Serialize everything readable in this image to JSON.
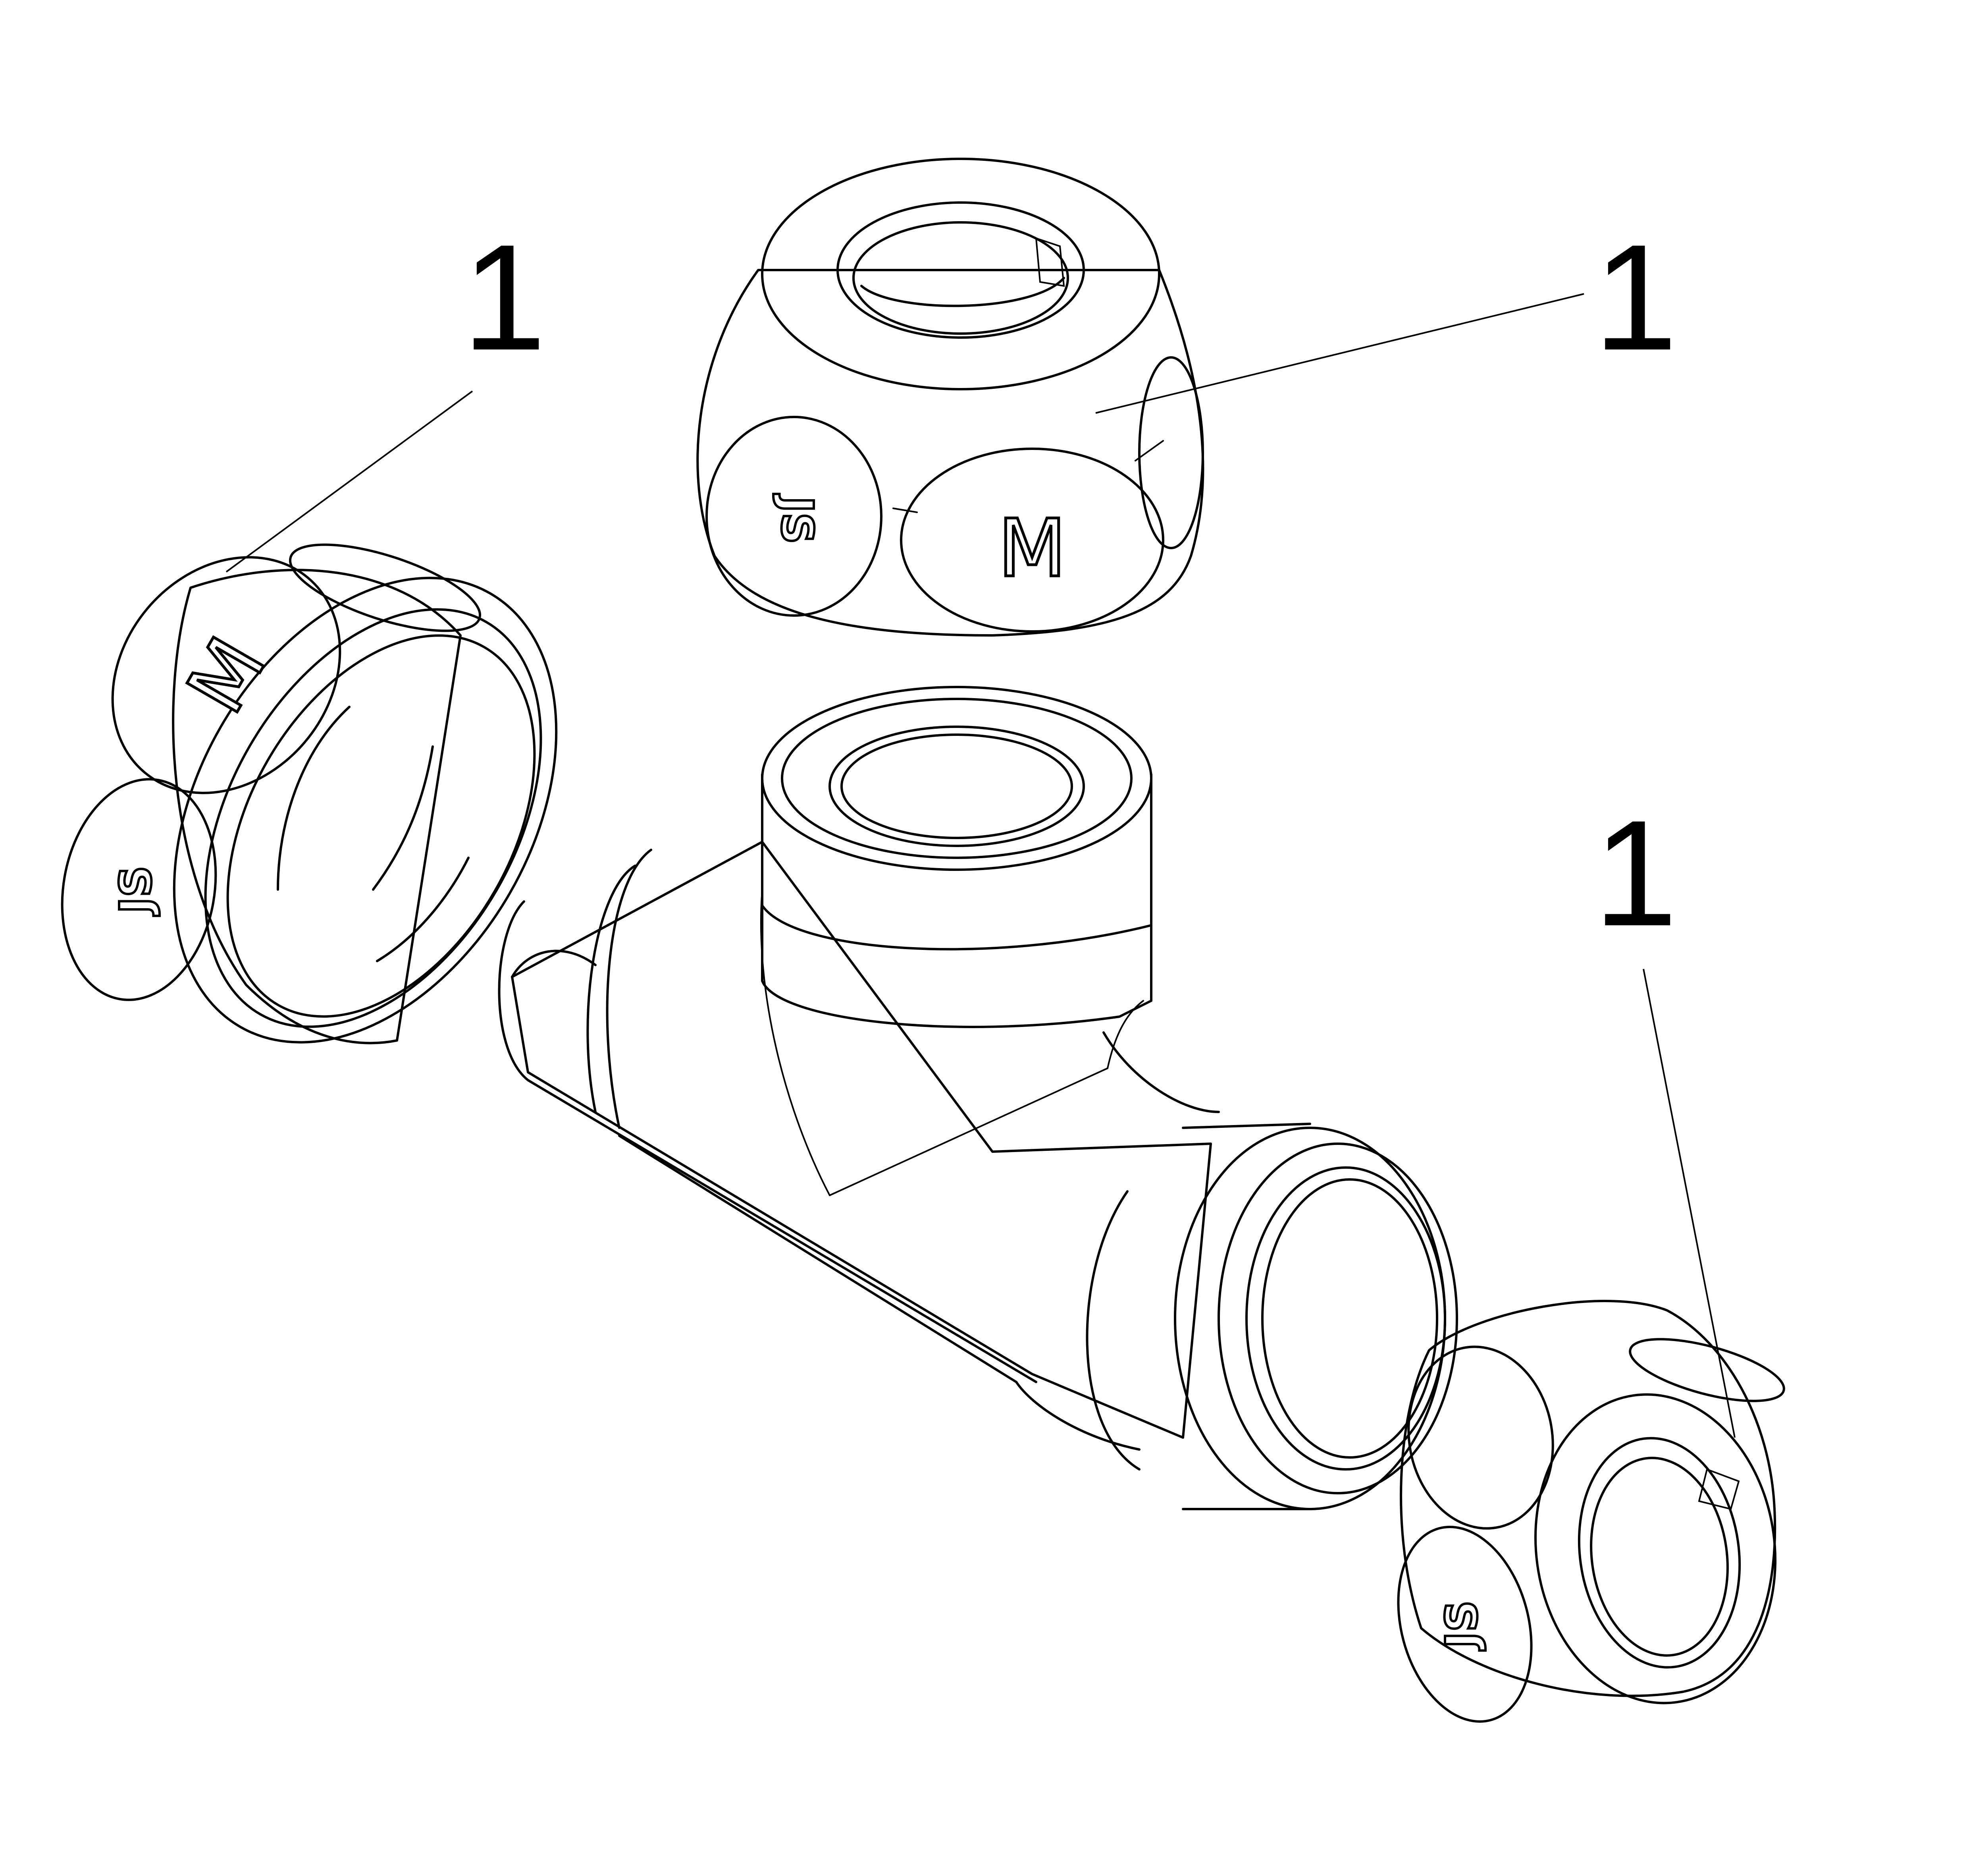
{
  "callouts": [
    {
      "label": "1"
    },
    {
      "label": "1"
    },
    {
      "label": "1"
    }
  ],
  "embossing": {
    "size_mark": "M",
    "maker_mark": "JS"
  }
}
